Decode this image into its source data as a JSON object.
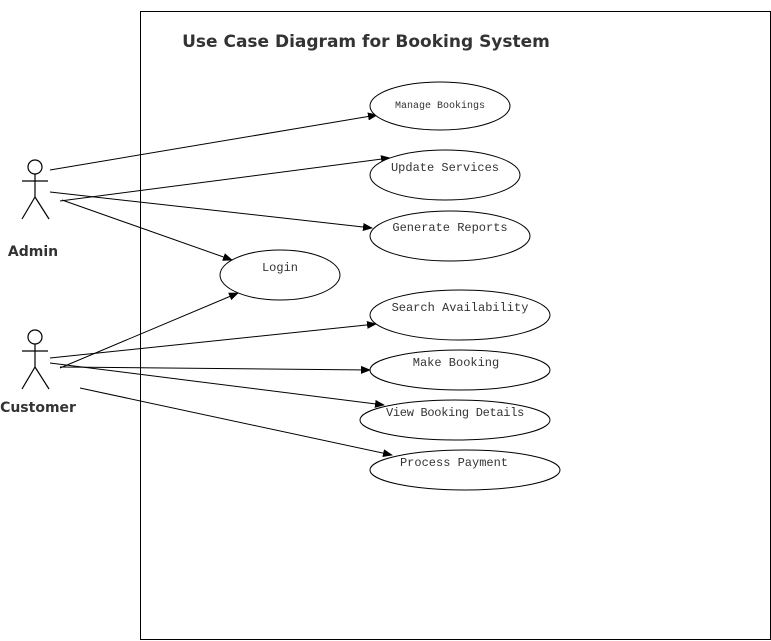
{
  "diagram": {
    "title": "Use Case Diagram for Booking System",
    "actors": {
      "admin": "Admin",
      "customer": "Customer"
    },
    "use_cases": {
      "manage_bookings": "Manage Bookings",
      "update_services": "Update Services",
      "generate_reports": "Generate Reports",
      "login": "Login",
      "search_availability": "Search Availability",
      "make_booking": "Make Booking",
      "view_booking_details": "View Booking Details",
      "process_payment": "Process Payment"
    }
  }
}
